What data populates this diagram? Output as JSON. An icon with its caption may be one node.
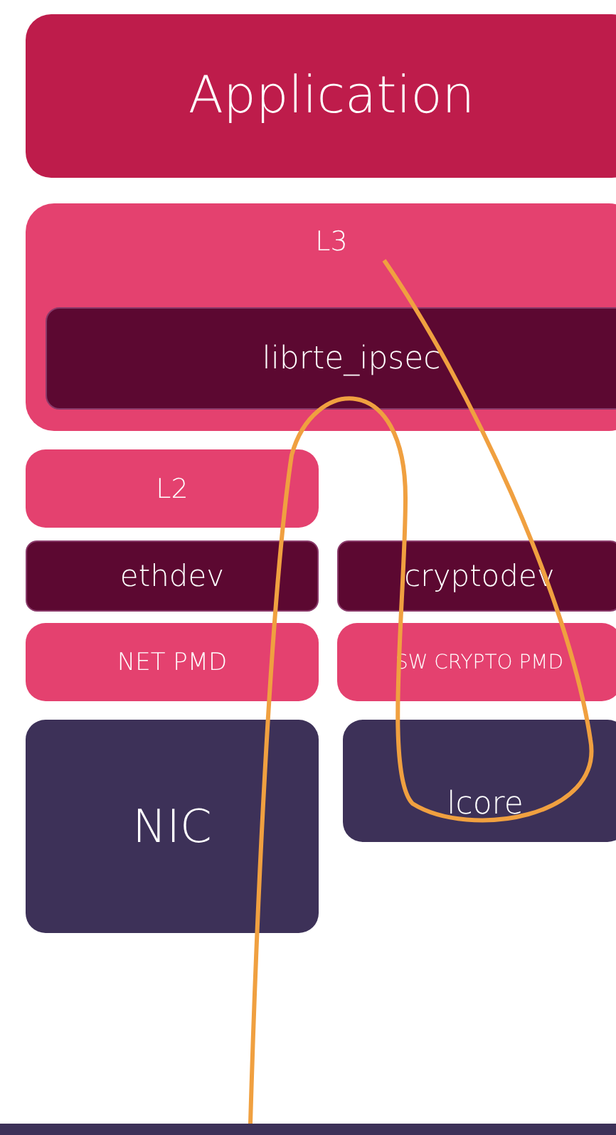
{
  "diagram": {
    "nodes": [
      {
        "text": [
          "Application"
        ]
      },
      {
        "text": [
          "L3"
        ]
      },
      {
        "text": [
          "librte_ipsec"
        ],
        "in": 1
      },
      {
        "text": [
          "L2"
        ]
      },
      {
        "text": [
          "ethdev"
        ]
      },
      {
        "text": [
          "cryptodev"
        ]
      },
      {
        "text": [
          "NET PMD"
        ]
      },
      {
        "text": [
          "SW CRYPTO PMD"
        ]
      },
      {
        "text": [
          "NIC"
        ]
      },
      {
        "text": [
          "lcore"
        ]
      },
      {
        "text": [],
        "shape": "bar"
      }
    ],
    "edges": [
      {
        "from": null,
        "to": 10,
        "arrow": "none"
      }
    ]
  }
}
